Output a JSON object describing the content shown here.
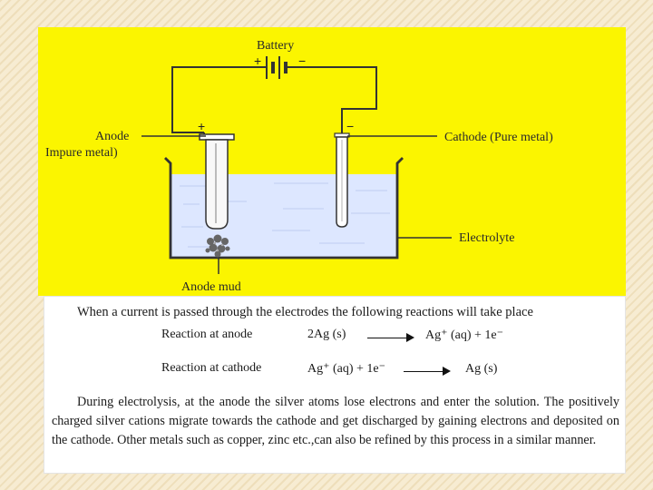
{
  "diagram": {
    "battery_label": "Battery",
    "plus_sign": "+",
    "minus_sign": "−",
    "anode_label": "Anode",
    "anode_sublabel": "Impure metal)",
    "cathode_label": "Cathode (Pure metal)",
    "electrolyte_label": "Electrolyte",
    "anode_mud_label": "Anode mud",
    "colors": {
      "panel": "#fbf500",
      "electrolyte": "#dde7ff",
      "wire": "#333333"
    }
  },
  "text": {
    "intro": "When a current is passed through the electrodes the following reactions will take place",
    "anode_reaction": {
      "label": "Reaction at anode",
      "reactant": "2Ag (s)",
      "product": "Ag⁺ (aq) + 1e⁻"
    },
    "cathode_reaction": {
      "label": "Reaction at cathode",
      "reactant": "Ag⁺ (aq) + 1e⁻",
      "product": "Ag (s)"
    },
    "paragraph": "During electrolysis, at the anode the silver atoms lose electrons and enter the solution. The positively charged silver cations migrate towards the cathode and get discharged by gaining electrons and deposited on the cathode. Other metals such as copper, zinc etc.,can also be refined by this process in a similar manner."
  }
}
